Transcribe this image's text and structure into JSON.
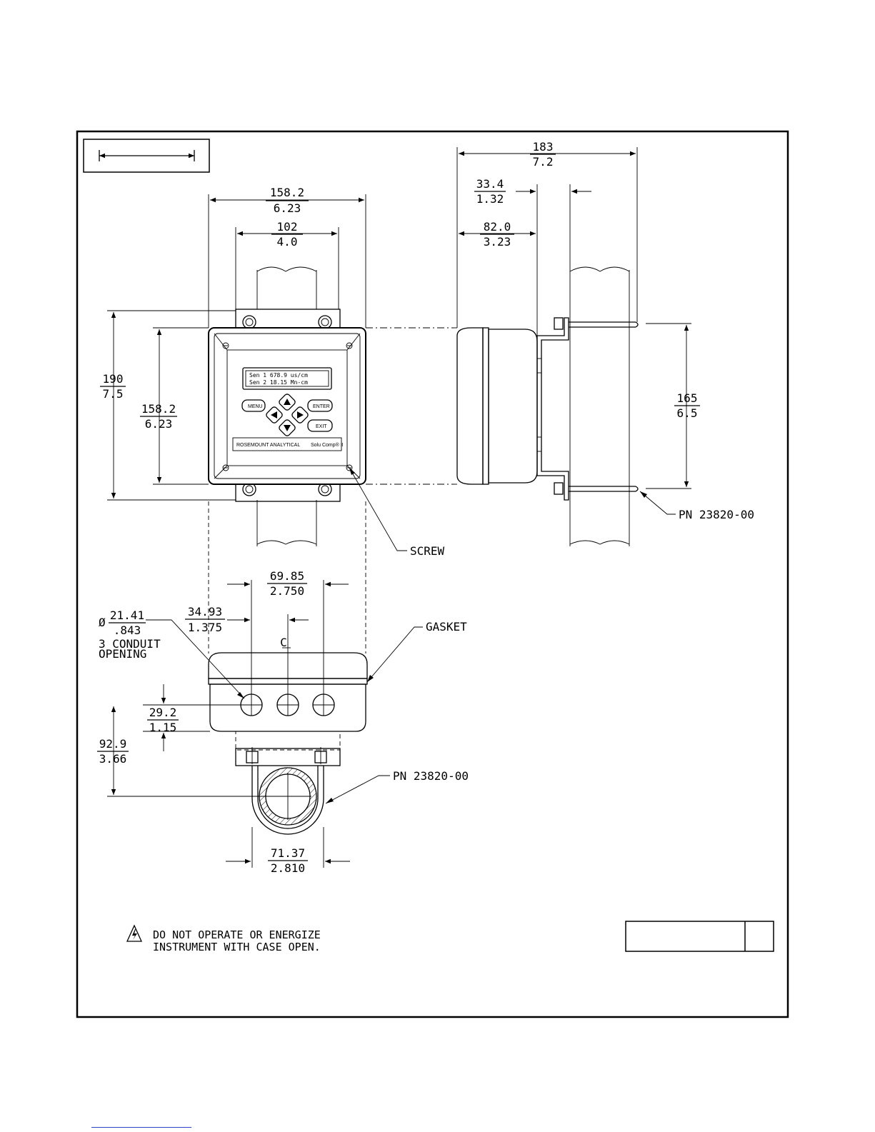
{
  "dimensions": {
    "front_width": {
      "mm": "158.2",
      "in": "6.23"
    },
    "front_mount_width": {
      "mm": "102",
      "in": "4.0"
    },
    "front_height_total": {
      "mm": "190",
      "in": "7.5"
    },
    "front_height_case": {
      "mm": "158.2",
      "in": "6.23"
    },
    "side_total": {
      "mm": "183",
      "in": "7.2"
    },
    "side_bracket": {
      "mm": "33.4",
      "in": "1.32"
    },
    "side_case": {
      "mm": "82.0",
      "in": "3.23"
    },
    "side_bolt_spacing": {
      "mm": "165",
      "in": "6.5"
    },
    "conduit_spacing": {
      "mm": "69.85",
      "in": "2.750"
    },
    "conduit_center": {
      "mm": "34.93",
      "in": "1.375"
    },
    "conduit_diameter": {
      "symbol": "Ø",
      "mm": "21.41",
      "in": ".843"
    },
    "conduit_offset": {
      "mm": "29.2",
      "in": "1.15"
    },
    "pipe_offset": {
      "mm": "92.9",
      "in": "3.66"
    },
    "pipe_width": {
      "mm": "71.37",
      "in": "2.810"
    }
  },
  "callouts": {
    "screw": "SCREW",
    "gasket": "GASKET",
    "clamp_side": "PN 23820-00",
    "clamp_bottom": "PN 23820-00",
    "conduit_line1": "3 CONDUIT",
    "conduit_line2": "OPENING",
    "centerline": "C"
  },
  "instrument": {
    "display_line1": "Sen 1  678.9 us/cm",
    "display_line2": "Sen 2  18.15 Mn-cm",
    "key_menu": "MENU",
    "key_enter": "ENTER",
    "key_exit": "EXIT",
    "brand": "ROSEMOUNT ANALYTICAL",
    "model": "Solu Comp® II"
  },
  "warning": {
    "line1": "DO NOT OPERATE OR ENERGIZE",
    "line2": "INSTRUMENT WITH CASE OPEN."
  }
}
